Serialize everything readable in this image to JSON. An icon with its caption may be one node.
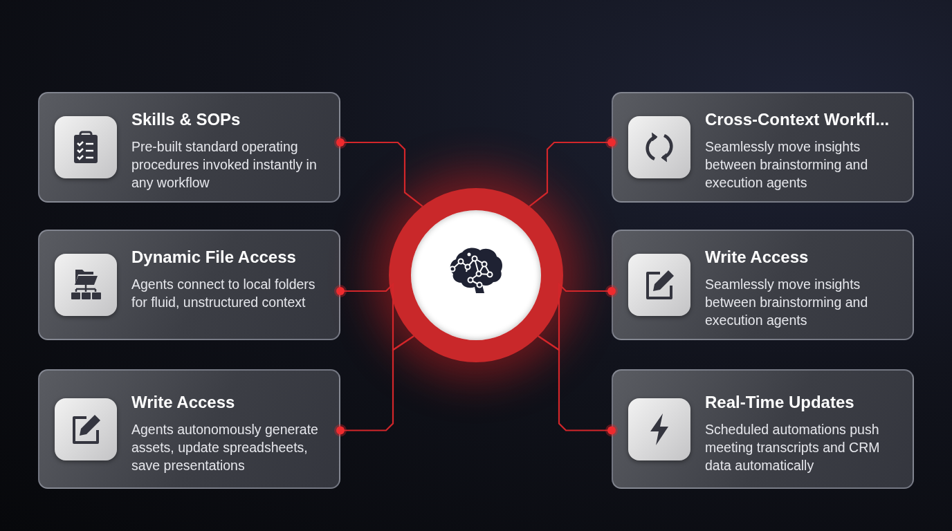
{
  "diagram": {
    "nodes": [
      {
        "text": [
          "Skills & SOPs",
          "Pre-built standard operating procedures invoked instantly in any workflow"
        ]
      },
      {
        "text": [
          "Cross-Context Workfl...",
          "Seamlessly move insights between brainstorming and execution agents"
        ]
      },
      {
        "text": [
          "Dynamic File Access",
          "Agents connect to local folders for fluid, unstructured context"
        ]
      },
      {
        "text": [
          "Write Access",
          "Seamlessly move insights between brainstorming and execution agents"
        ]
      },
      {
        "text": [
          "Write Access",
          "Agents autonomously generate assets, update spreadsheets, save presentations"
        ]
      },
      {
        "text": [
          "Real-Time Updates",
          "Scheduled automations push meeting transcripts and CRM data automatically"
        ]
      },
      {
        "text": [],
        "shape": "circle"
      }
    ],
    "edges": [
      {
        "from": 6,
        "to": 0,
        "arrow": "other"
      },
      {
        "from": 6,
        "to": 1,
        "arrow": "other"
      },
      {
        "from": 6,
        "to": 2,
        "arrow": "other"
      },
      {
        "from": 6,
        "to": 3,
        "arrow": "other"
      },
      {
        "from": 6,
        "to": 4,
        "arrow": "other"
      },
      {
        "from": 6,
        "to": 5,
        "arrow": "other"
      }
    ]
  }
}
